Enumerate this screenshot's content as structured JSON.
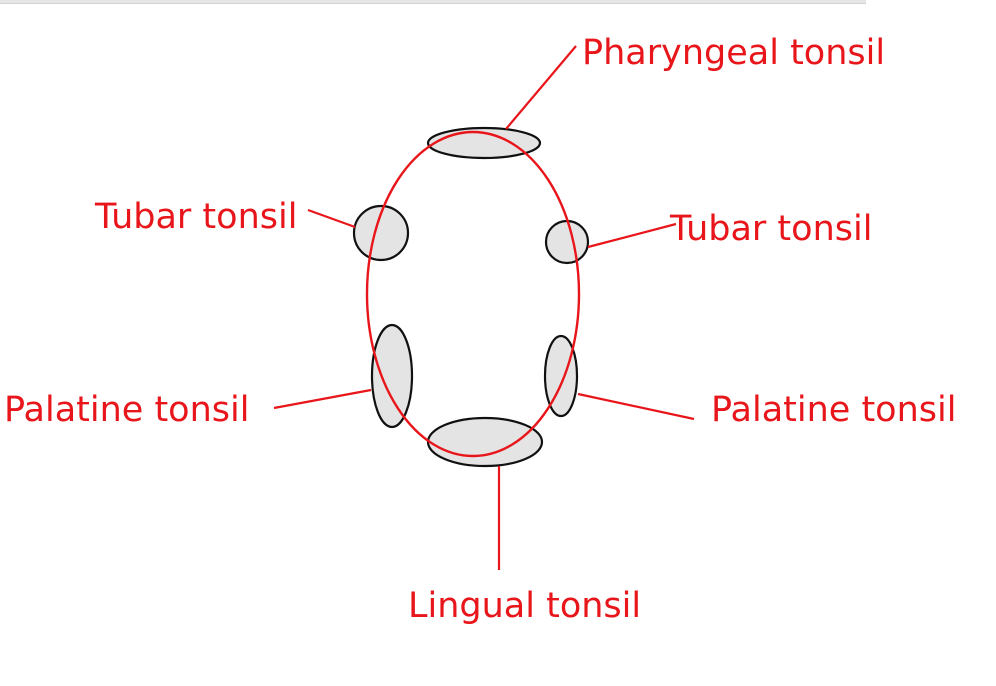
{
  "colors": {
    "accent": "#e8161b",
    "tonsil_fill": "#e4e4e4",
    "tonsil_stroke": "#111111"
  },
  "labels": {
    "pharyngeal": "Pharyngeal tonsil",
    "tubar_left": "Tubar tonsil",
    "tubar_right": "Tubar tonsil",
    "palatine_left": "Palatine tonsil",
    "palatine_right": "Palatine tonsil",
    "lingual": "Lingual tonsil"
  }
}
